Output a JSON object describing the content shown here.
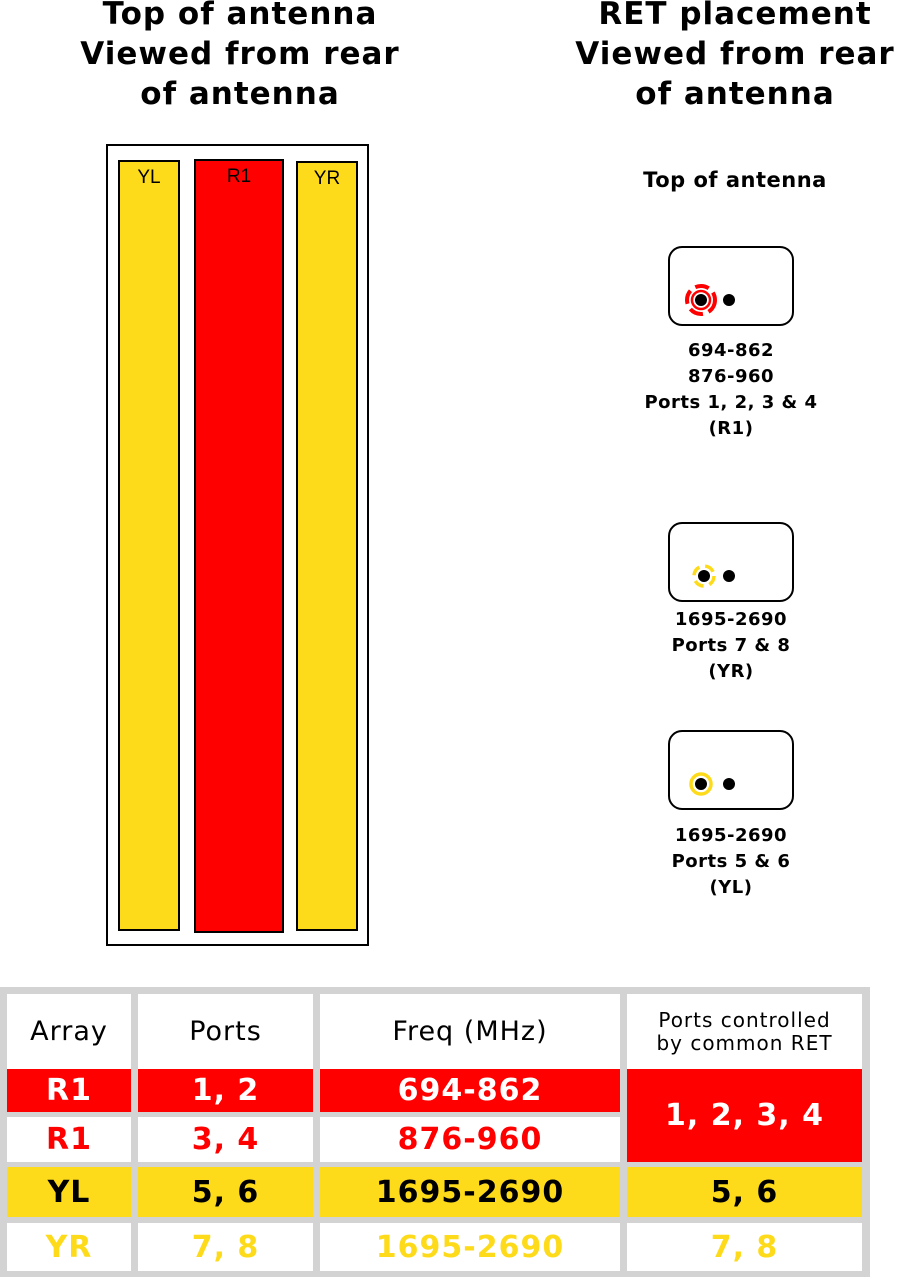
{
  "left_heading": [
    "Top of antenna",
    "Viewed from rear",
    "of antenna"
  ],
  "right_heading": [
    "RET placement",
    "Viewed from rear",
    "of antenna"
  ],
  "columns": [
    {
      "label": "YL",
      "color": "#FDDB1B"
    },
    {
      "label": "R1",
      "color": "#FE0000"
    },
    {
      "label": "YR",
      "color": "#FDDB1B"
    }
  ],
  "ret_top_label": "Top of antenna",
  "ret_units": [
    {
      "lines": [
        "694-862",
        "876-960",
        "Ports 1, 2, 3 & 4",
        "(R1)"
      ],
      "ring_color": "#FE0000"
    },
    {
      "lines": [
        "1695-2690",
        "Ports 7 & 8",
        "(YR)"
      ],
      "ring_color": "#FDDB1B"
    },
    {
      "lines": [
        "1695-2690",
        "Ports 5 & 6",
        "(YL)"
      ],
      "ring_color": "#FDDB1B"
    }
  ],
  "table": {
    "headers": {
      "array": "Array",
      "ports": "Ports",
      "freq": "Freq (MHz)",
      "ret": [
        "Ports controlled",
        "by common RET"
      ]
    },
    "rows": [
      {
        "array": "R1",
        "ports": "1, 2",
        "freq": "694-862"
      },
      {
        "array": "R1",
        "ports": "3, 4",
        "freq": "876-960"
      },
      {
        "array": "YL",
        "ports": "5, 6",
        "freq": "1695-2690"
      },
      {
        "array": "YR",
        "ports": "7, 8",
        "freq": "1695-2690"
      }
    ],
    "ret_values": [
      "1, 2, 3, 4",
      "5, 6",
      "7, 8"
    ]
  },
  "colors": {
    "red": "#FE0000",
    "yellow": "#FDDB1B",
    "grid": "#D3D3D3"
  }
}
